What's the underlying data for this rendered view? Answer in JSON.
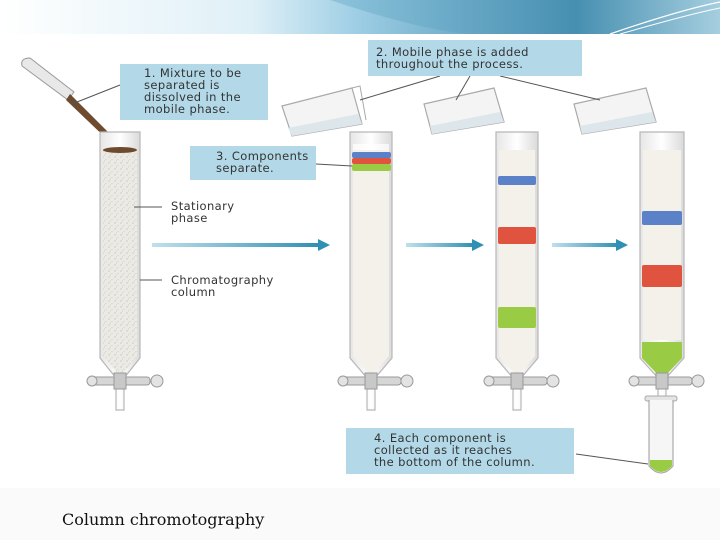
{
  "steps": {
    "step1": "1. Mixture to be\nseparated is\ndissolved in the\nmobile phase.",
    "step2": "2. Mobile phase is added\nthroughout the process.",
    "step3": "3. Components\nseparate.",
    "step4": "4. Each component is\ncollected as it reaches\nthe bottom of the column."
  },
  "labels": {
    "stationary_phase": "Stationary\nphase",
    "chromatography_column": "Chromatography\ncolumn"
  },
  "caption": "Column chromotography",
  "colors": {
    "callout_bg": "#b3d9e8",
    "component_blue": "#5b82c8",
    "component_red": "#e0533e",
    "component_green": "#9acb45",
    "arrow": "#4aa3c2",
    "mixture_brown": "#6e4a2e"
  }
}
